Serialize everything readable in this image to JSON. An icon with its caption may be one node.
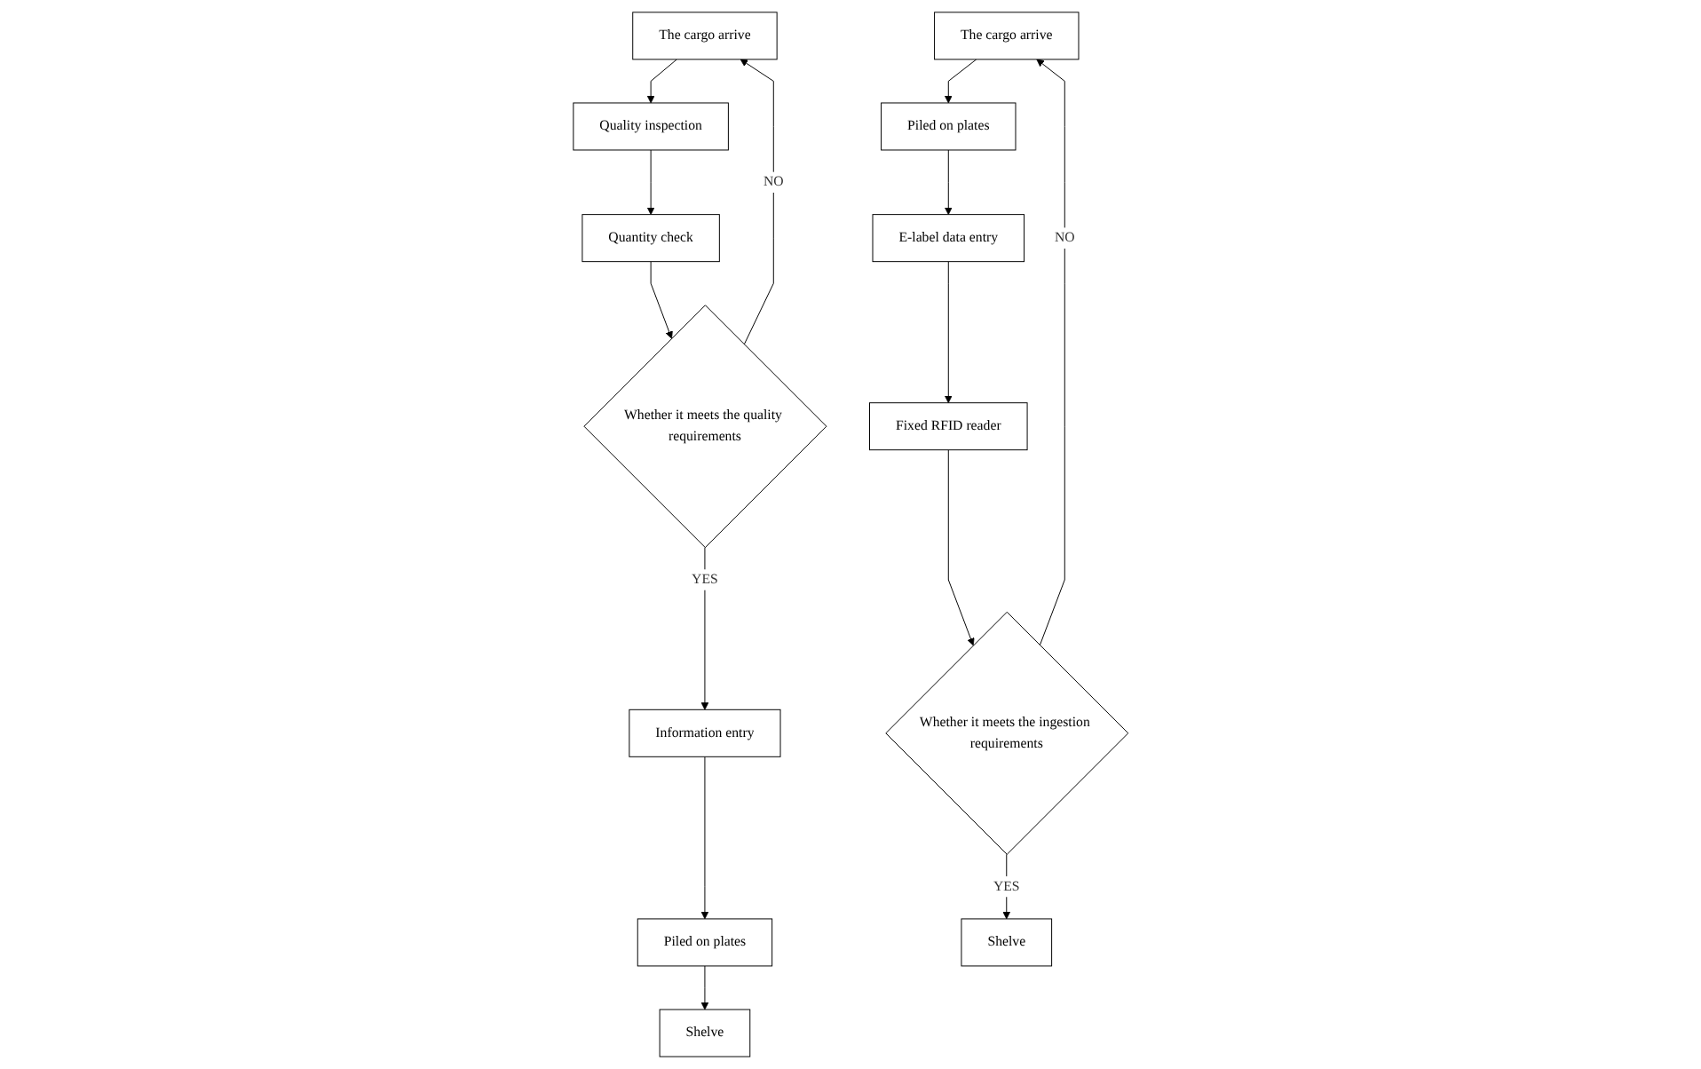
{
  "diagram": {
    "nodes": [
      {
        "text": [
          "The cargo arrive"
        ]
      },
      {
        "text": [
          "Quality inspection"
        ]
      },
      {
        "text": [
          "Quantity check"
        ]
      },
      {
        "text": [
          "Whether it meets the quality requirements"
        ]
      },
      {
        "text": [
          "Information entry"
        ]
      },
      {
        "text": [
          "Piled on plates"
        ]
      },
      {
        "text": [
          "Shelve"
        ]
      },
      {
        "text": [
          "The cargo arrive"
        ]
      },
      {
        "text": [
          "Piled on plates"
        ]
      },
      {
        "text": [
          "E-label data entry"
        ]
      },
      {
        "text": [
          "Fixed RFID reader"
        ]
      },
      {
        "text": [
          "Whether it meets the ingestion requirements"
        ]
      },
      {
        "text": [
          "Shelve"
        ]
      }
    ],
    "edges": [
      {
        "from": 0,
        "to": 1,
        "arrow": "to"
      },
      {
        "from": 1,
        "to": 2,
        "arrow": "to"
      },
      {
        "from": 2,
        "to": 3,
        "arrow": "to"
      },
      {
        "from": 3,
        "to": 4,
        "arrow": "to",
        "label": "YES"
      },
      {
        "from": 4,
        "to": 5,
        "arrow": "to"
      },
      {
        "from": 5,
        "to": 6,
        "arrow": "to"
      },
      {
        "from": 3,
        "to": 0,
        "arrow": "to",
        "label": "NO"
      },
      {
        "from": 7,
        "to": 8,
        "arrow": "to"
      },
      {
        "from": 8,
        "to": 9,
        "arrow": "to"
      },
      {
        "from": 9,
        "to": 10,
        "arrow": "to"
      },
      {
        "from": 10,
        "to": 11,
        "arrow": "to"
      },
      {
        "from": 11,
        "to": 12,
        "arrow": "to",
        "label": "YES"
      },
      {
        "from": 11,
        "to": 7,
        "arrow": "to",
        "label": "NO"
      }
    ]
  }
}
